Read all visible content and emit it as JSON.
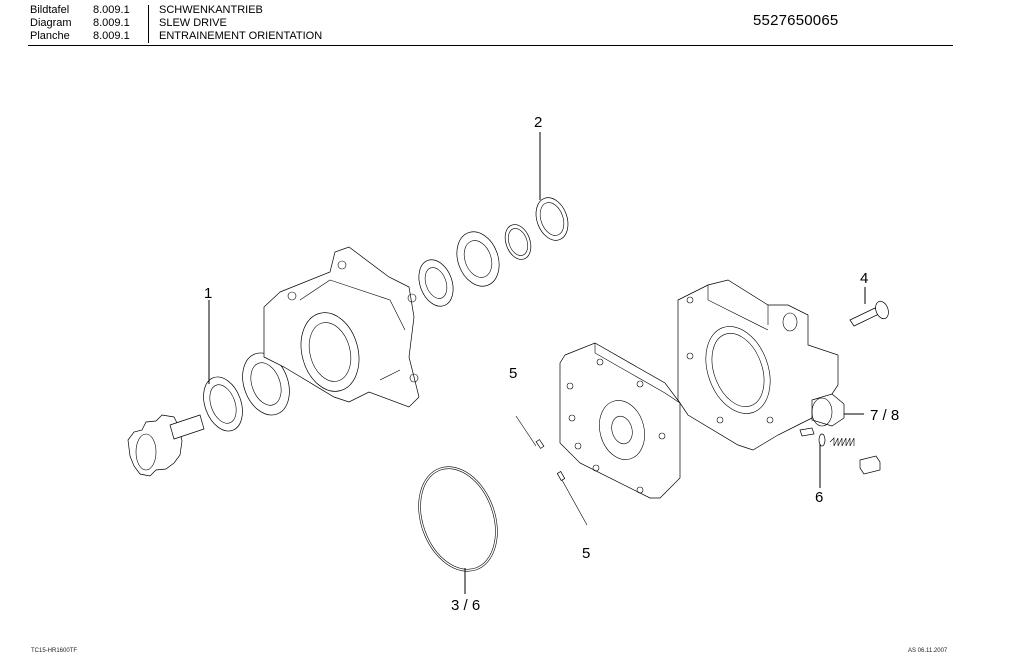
{
  "header": {
    "rows": [
      {
        "label": "Bildtafel",
        "number": "8.009.1",
        "text": "SCHWENKANTRIEB"
      },
      {
        "label": "Diagram",
        "number": "8.009.1",
        "text": "SLEW DRIVE"
      },
      {
        "label": "Planche",
        "number": "8.009.1",
        "text": "ENTRAINEMENT ORIENTATION"
      }
    ],
    "part_number": "5527650065"
  },
  "callouts": {
    "c1": "1",
    "c2": "2",
    "c4": "4",
    "c5a": "5",
    "c5b": "5",
    "c6": "6",
    "c78": "7 / 8",
    "c36": "3 / 6"
  },
  "footer": {
    "left": "TC15-HR1600TF",
    "right": "AS 06.11.2007"
  }
}
